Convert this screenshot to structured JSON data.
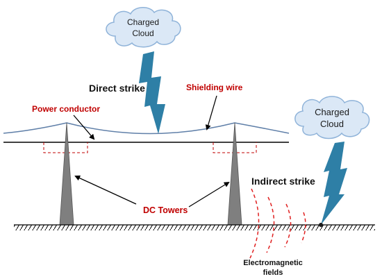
{
  "diagram": {
    "clouds": [
      {
        "line1": "Charged",
        "line2": "Cloud"
      },
      {
        "line1": "Charged",
        "line2": "Cloud"
      }
    ],
    "labels": {
      "direct_strike": "Direct strike",
      "shielding_wire": "Shielding wire",
      "power_conductor": "Power conductor",
      "indirect_strike": "Indirect strike",
      "dc_towers": "DC Towers",
      "em_fields_line1": "Electromagnetic",
      "em_fields_line2": "fields"
    },
    "colors": {
      "cloud_fill": "#dbe8f6",
      "cloud_stroke": "#8fb3d9",
      "lightning": "#2e7fa6",
      "shielding_wire": "#5f7fa8",
      "conductor": "#000000",
      "tower": "#7f7f7f",
      "red_label": "#c00000",
      "em_field": "#e02020",
      "ground_hatch": "#000000"
    },
    "icons": {
      "cloud": "cloud-icon",
      "lightning": "lightning-bolt-icon",
      "tower": "tower-icon"
    }
  }
}
